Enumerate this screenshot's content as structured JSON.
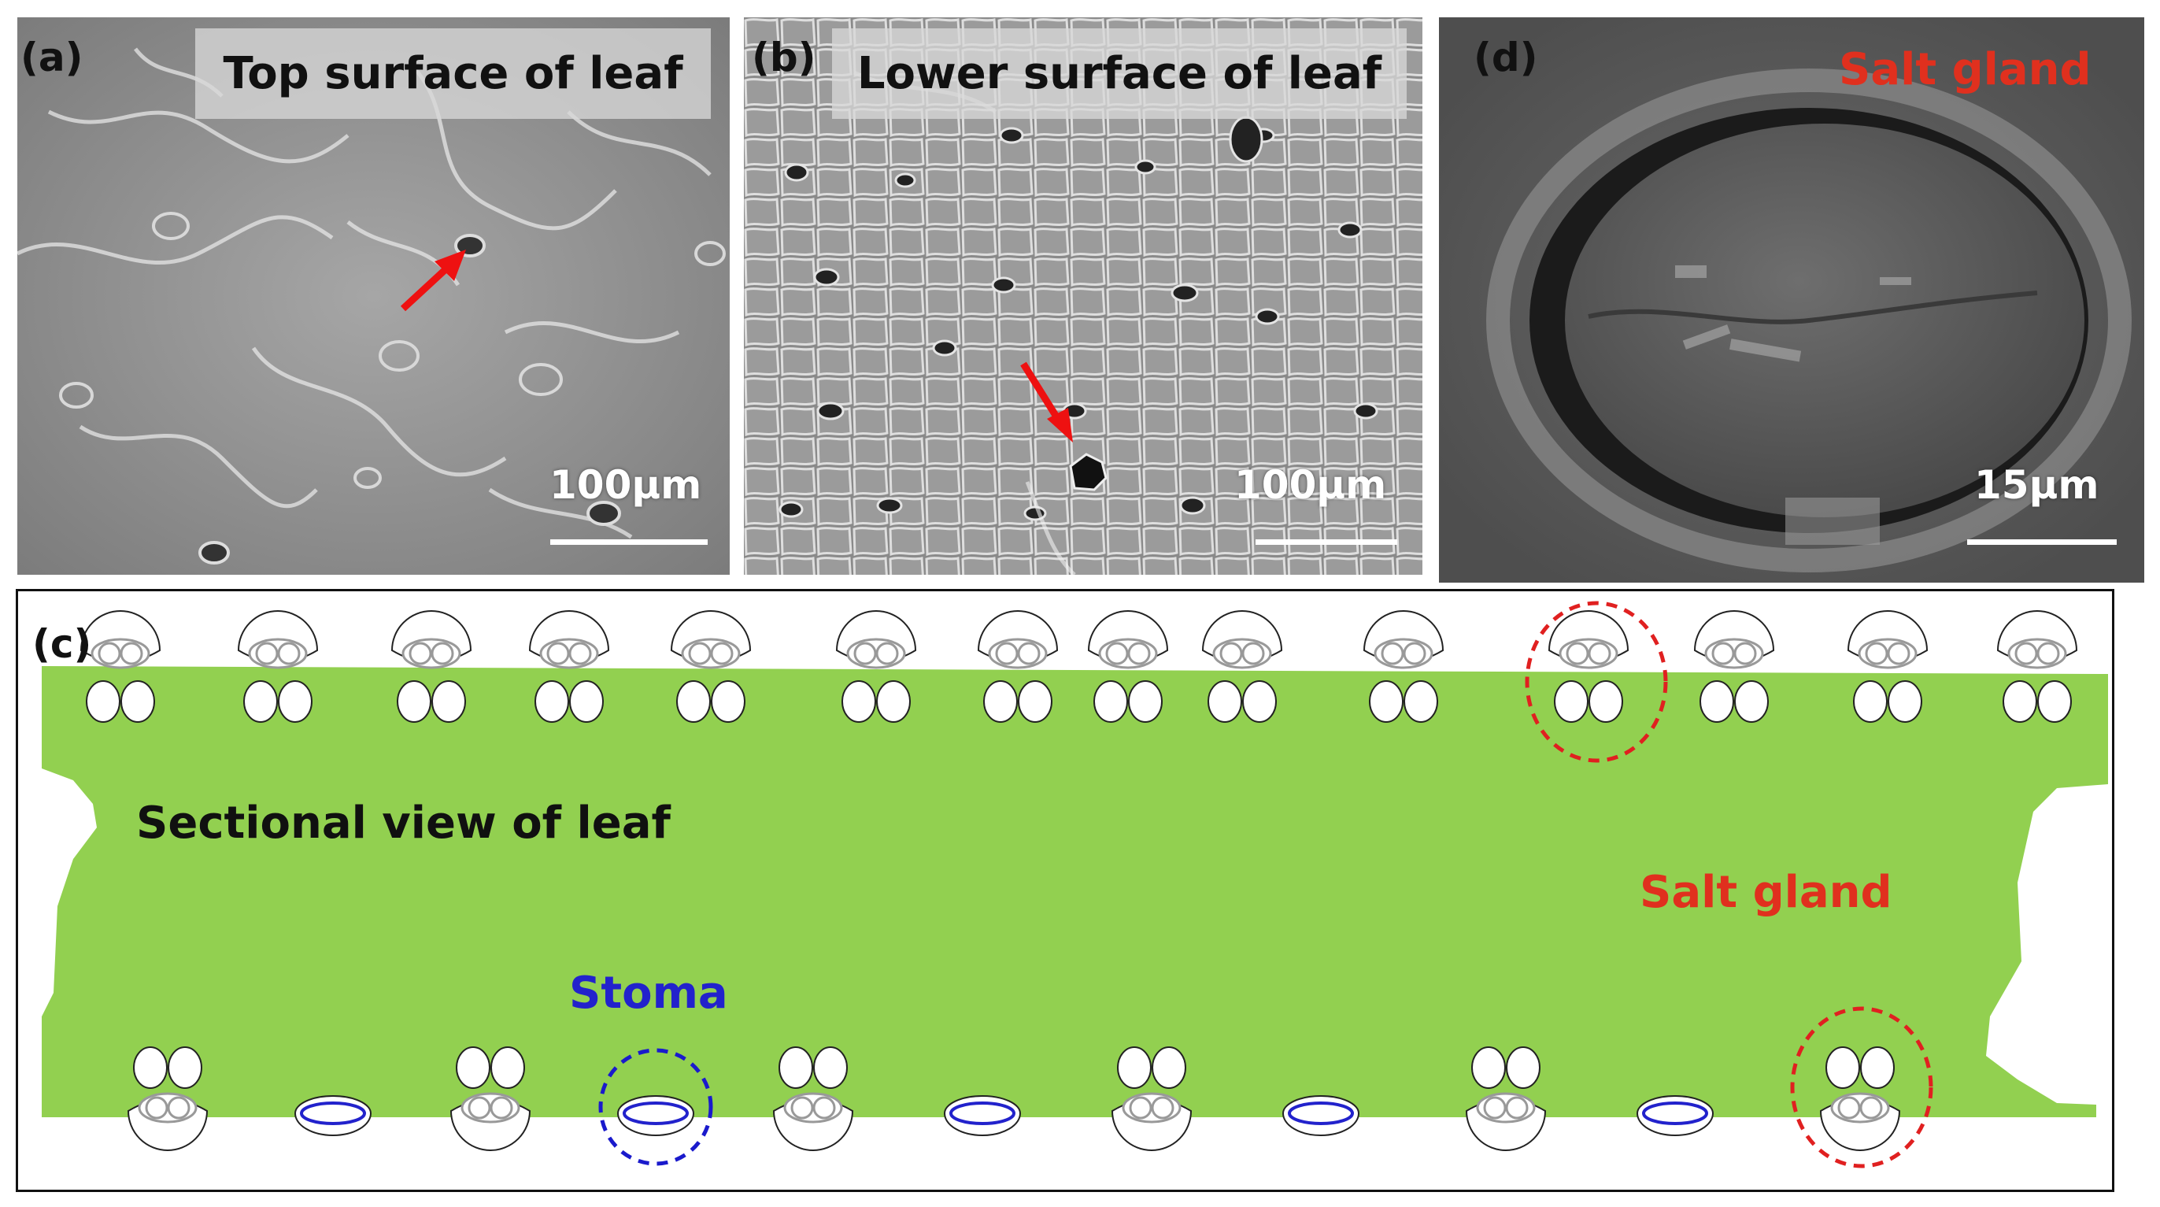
{
  "panels": {
    "a": {
      "label": "(a)",
      "title": "Top surface of leaf",
      "scale": "100μm"
    },
    "b": {
      "label": "(b)",
      "title": "Lower surface of leaf",
      "scale": "100μm"
    },
    "d": {
      "label": "(d)",
      "title": "Salt gland",
      "scale": "15μm"
    },
    "c": {
      "label": "(c)",
      "section_label": "Sectional view of leaf",
      "salt_gland_label": "Salt gland",
      "stoma_label": "Stoma"
    }
  },
  "colors": {
    "leaf_green": "#92d050",
    "salt_gland_red": "#e0301e",
    "stoma_blue": "#2222cc",
    "highlight_circle_red": "#e02020",
    "highlight_circle_blue": "#1a1acc",
    "arrow_red": "#ee1111"
  }
}
